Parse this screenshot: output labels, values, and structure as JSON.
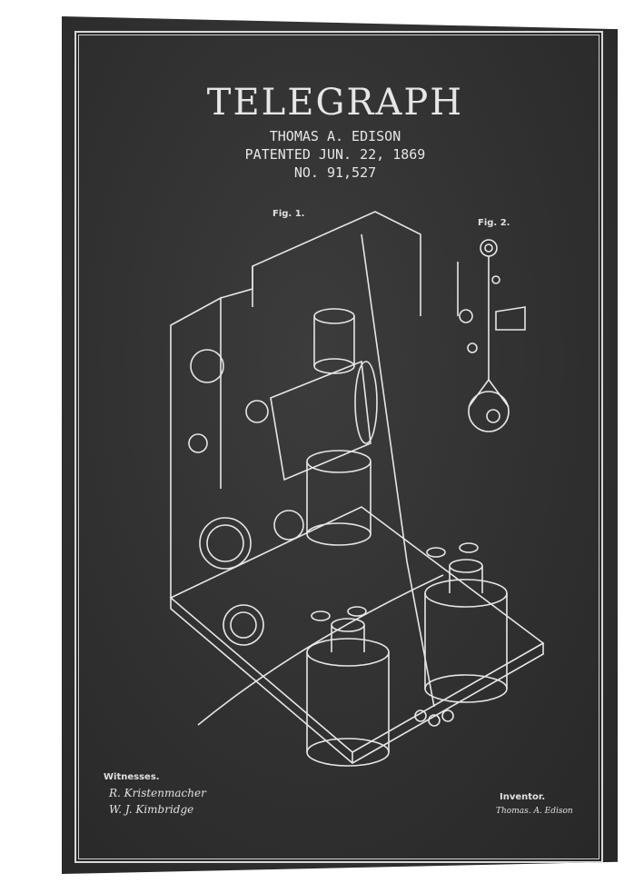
{
  "title": "TELEGRAPH",
  "inventor_line": "THOMAS A. EDISON",
  "patent_date": "PATENTED JUN. 22, 1869",
  "patent_number": "NO. 91,527",
  "figures": {
    "fig1": "Fig. 1.",
    "fig2": "Fig. 2."
  },
  "witnesses_label": "Witnesses.",
  "witness_signatures": [
    "R. Kristenmacher",
    "W. J. Kimbridge"
  ],
  "inventor_label": "Inventor.",
  "inventor_signature": "Thomas. A. Edison",
  "colors": {
    "background": "#333333",
    "lines": "#e6e6e6"
  }
}
